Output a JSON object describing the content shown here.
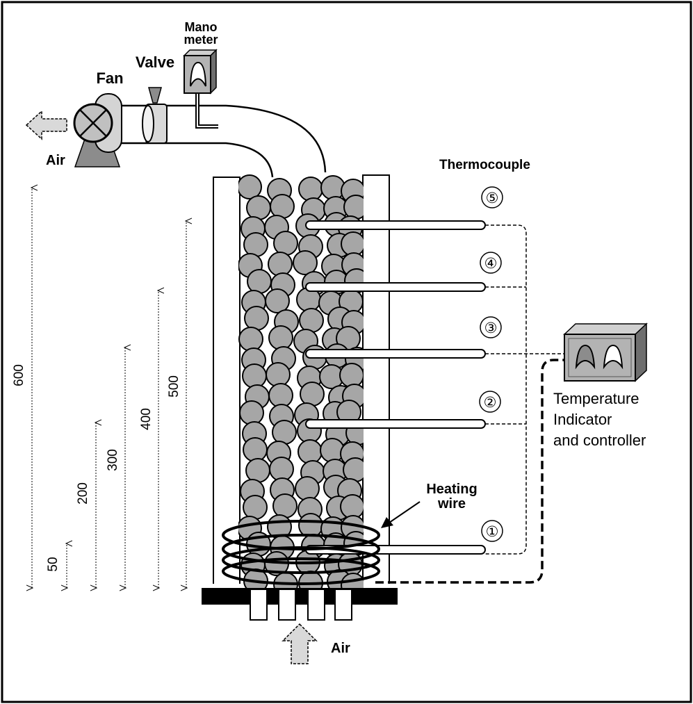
{
  "labels": {
    "fan": "Fan",
    "valve": "Valve",
    "manometer_line1": "Mano",
    "manometer_line2": "meter",
    "air_out": "Air",
    "air_in": "Air",
    "thermocouple": "Thermocouple",
    "heating_wire_line1": "Heating",
    "heating_wire_line2": "wire",
    "controller_line1": "Temperature",
    "controller_line2": "Indicator",
    "controller_line3": "and controller"
  },
  "thermocouples": [
    {
      "id": "①",
      "height_mm": 50
    },
    {
      "id": "②",
      "height_mm": 200
    },
    {
      "id": "③",
      "height_mm": 300
    },
    {
      "id": "④",
      "height_mm": 400
    },
    {
      "id": "⑤",
      "height_mm": 500
    }
  ],
  "height_markers": [
    "600",
    "50",
    "200",
    "300",
    "400",
    "500"
  ],
  "colors": {
    "particle": "#a6a6a6",
    "fan_body": "#c0c0c0",
    "fan_base": "#8c8c8c",
    "arrow_fill": "#d9d9d9",
    "line": "#000000"
  },
  "icons": {
    "fan": "fan-icon",
    "valve": "valve-icon",
    "manometer": "manometer-icon",
    "controller": "controller-box-icon",
    "air_out_arrow": "arrow-left-icon",
    "air_in_arrow": "arrow-up-icon"
  }
}
